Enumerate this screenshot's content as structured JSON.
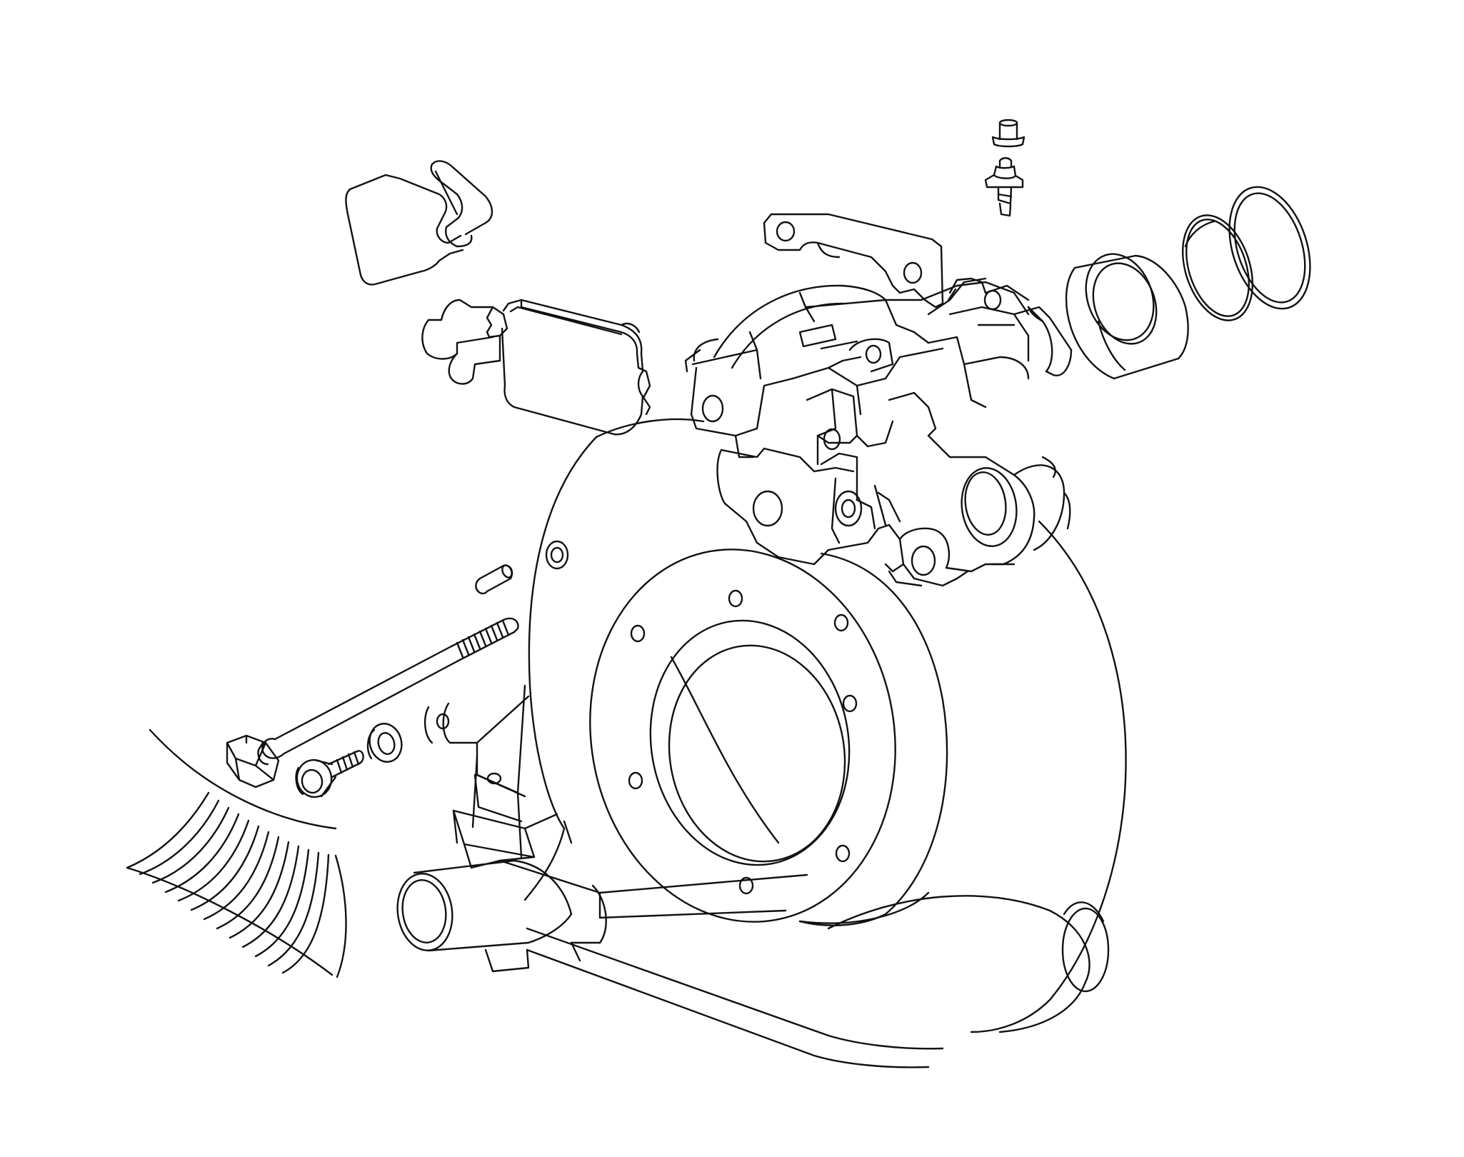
{
  "diagram": {
    "title": "",
    "labels": [],
    "colors": {
      "background": "#ffffff",
      "line": "#111111"
    },
    "parts": [
      "pad-retaining-spring",
      "brake-pad",
      "caliper-bracket",
      "caliper-body",
      "bleed-screw",
      "bleed-screw-cap",
      "caliper-piston",
      "piston-seal-rings",
      "guide-pin",
      "mounting-bolt",
      "washer",
      "small-bolt",
      "hub-carrier-housing",
      "brake-disc"
    ]
  }
}
